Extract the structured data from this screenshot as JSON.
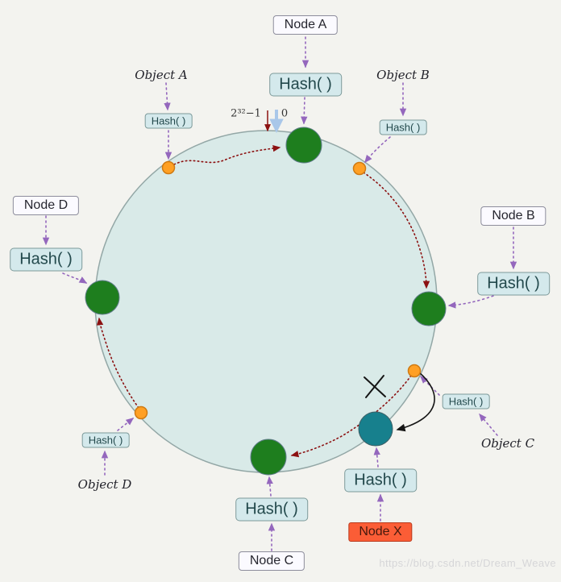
{
  "title": "Consistent hashing ring diagram",
  "labels": {
    "node_a": "Node A",
    "node_b": "Node B",
    "node_c": "Node C",
    "node_d": "Node D",
    "node_x": "Node X",
    "hash": "Hash( )",
    "object_a": "Object A",
    "object_b": "Object B",
    "object_c": "Object C",
    "object_d": "Object D"
  },
  "axis": {
    "max": "2³²−1",
    "zero": "0"
  },
  "watermark": "https://blog.csdn.net/Dream_Weave",
  "colors": {
    "background": "#f3f3ef",
    "ring_fill": "#d9eae8",
    "ring_stroke": "#93a7a6",
    "node_fill": "#1e7e1e",
    "node_stroke": "#5f7d88",
    "node_x_fill": "#17808d",
    "object_dot_fill": "#ffa024",
    "object_dot_stroke": "#cf7a12",
    "purple_arrow": "#9467bd",
    "red_path": "#8c1111",
    "blue_arrow": "#a9c7e9",
    "black_arrow": "#151515",
    "hash_box_bg": "#d4e9ec",
    "node_label_bg": "#fbfaff",
    "node_x_label_bg": "#fb5d36"
  },
  "mappings": [
    {
      "object": "Object A",
      "assigned_node": "Node A"
    },
    {
      "object": "Object B",
      "assigned_node": "Node B"
    },
    {
      "object": "Object C",
      "assigned_node": "Node X",
      "note": "original clockwise path toward Node C is crossed out"
    },
    {
      "object": "Object D",
      "assigned_node": "Node D"
    }
  ]
}
